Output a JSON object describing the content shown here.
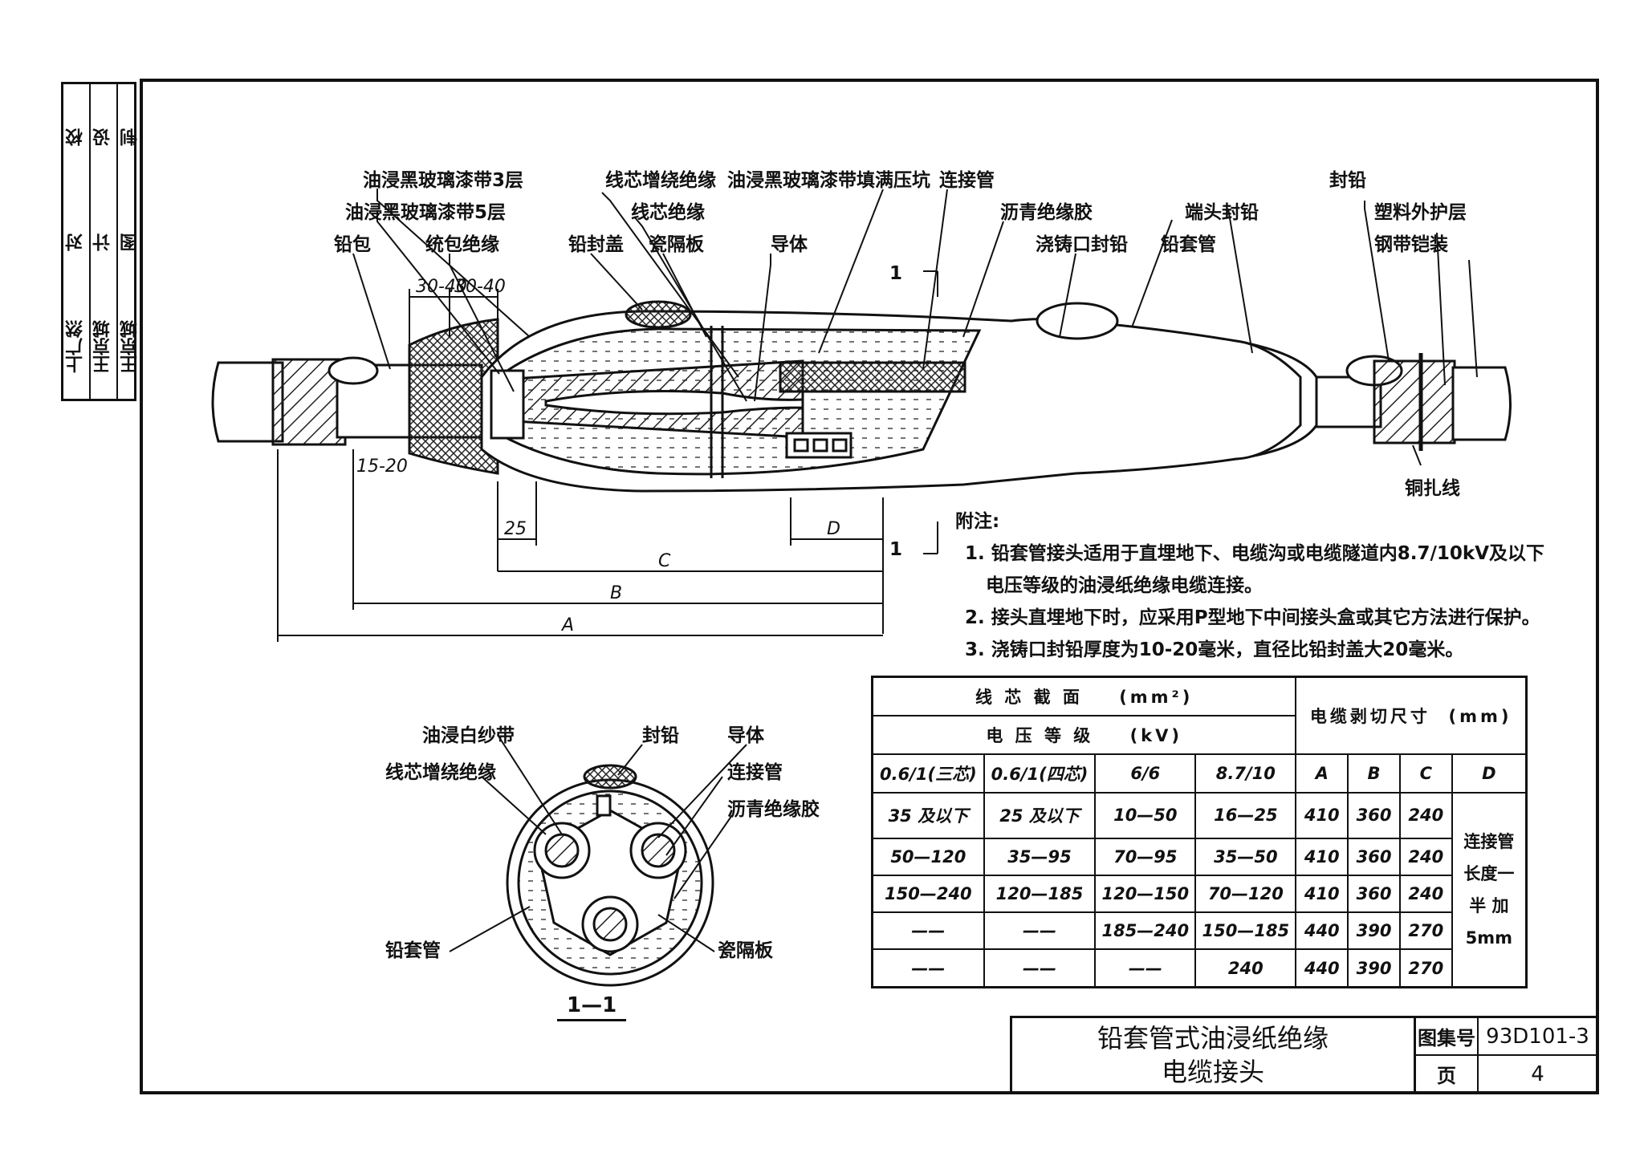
{
  "side_strip": {
    "cells": [
      [
        "校",
        "对",
        "上广然"
      ],
      [
        "设",
        "计",
        "王京城"
      ],
      [
        "制",
        "图",
        "王京城"
      ]
    ]
  },
  "main_labels": {
    "l1": "油浸黑玻璃漆带3层",
    "l2": "油浸黑玻璃漆带5层",
    "l3": "铅包",
    "l4": "统包绝缘",
    "l5": "线芯增绕绝缘",
    "l6": "线芯绝缘",
    "l7": "铅封盖",
    "l8": "瓷隔板",
    "l9": "导体",
    "l10": "油浸黑玻璃漆带填满压坑",
    "l11": "连接管",
    "l12": "沥青绝缘胶",
    "l13": "浇铸口封铅",
    "l14": "端头封铅",
    "l15": "铅套管",
    "l16": "封铅",
    "l17": "塑料外护层",
    "l18": "钢带铠装",
    "l19": "铜扎线",
    "sec_mark_top": "1",
    "sec_mark_bot": "1"
  },
  "dims": {
    "d1": "30-40",
    "d2": "30-40",
    "d3": "15-20",
    "d4": "25",
    "D": "D",
    "C": "C",
    "B": "B",
    "A": "A"
  },
  "notes": {
    "title": "附注:",
    "items": [
      "1. 铅套管接头适用于直埋地下、电缆沟或电缆隧道内8.7/10kV及以下电压等级的油浸纸绝缘电缆连接。",
      "2. 接头直埋地下时，应采用P型地下中间接头盒或其它方法进行保护。",
      "3. 浇铸口封铅厚度为10-20毫米，直径比铅封盖大20毫米。"
    ]
  },
  "section_labels": {
    "s1": "油浸白纱带",
    "s2": "封铅",
    "s3": "导体",
    "s4": "线芯增绕绝缘",
    "s5": "连接管",
    "s6": "沥青绝缘胶",
    "s7": "铅套管",
    "s8": "瓷隔板",
    "caption": "1—1"
  },
  "table": {
    "h1": "线 芯 截 面",
    "h1u": "(mm²)",
    "h2": "电 压 等 级",
    "h2u": "(kV)",
    "h3": "电缆剥切尺寸",
    "h3u": "(mm)",
    "cols": [
      "0.6/1(三芯)",
      "0.6/1(四芯)",
      "6/6",
      "8.7/10",
      "A",
      "B",
      "C",
      "D"
    ],
    "rows": [
      [
        "35 及以下",
        "25 及以下",
        "10—50",
        "16—25",
        "410",
        "360",
        "240"
      ],
      [
        "50—120",
        "35—95",
        "70—95",
        "35—50",
        "410",
        "360",
        "240"
      ],
      [
        "150—240",
        "120—185",
        "120—150",
        "70—120",
        "410",
        "360",
        "240"
      ],
      [
        "——",
        "——",
        "185—240",
        "150—185",
        "440",
        "390",
        "270"
      ],
      [
        "——",
        "——",
        "——",
        "240",
        "440",
        "390",
        "270"
      ]
    ],
    "d_note": [
      "连接管",
      "长度一",
      "半 加",
      "5mm"
    ]
  },
  "title_block": {
    "title1": "铅套管式油浸纸绝缘",
    "title2": "电缆接头",
    "atlas_label": "图集号",
    "atlas_value": "93D101-3",
    "page_label": "页",
    "page_value": "4"
  }
}
